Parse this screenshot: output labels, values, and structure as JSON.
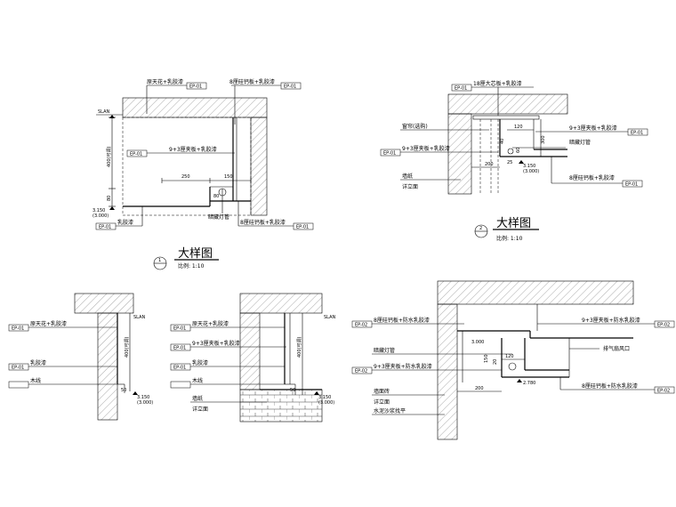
{
  "common": {
    "tags": {
      "ep01": "EP-01",
      "ep02": "EP-02"
    },
    "slan": "SLAN",
    "elev_top": "3.150",
    "elev_bot": "(3.000)"
  },
  "detail1": {
    "labels": {
      "yuan_tianhua": "原天花+乳胶漆",
      "gaigai": "8厘硅钙板+乳胶漆",
      "jiaban": "9+3厘夹板+乳胶漆",
      "rujiaoqi": "乳胶漆",
      "andeng": "暗藏灯管",
      "gaigai2": "8厘硅钙板+乳胶漆"
    },
    "dims": {
      "d400": "400(可调)",
      "d80": "80",
      "d250": "250",
      "d150": "150",
      "d80b": "80"
    },
    "title": "大样图",
    "scale": "比例:    1:10",
    "num": "1"
  },
  "detail2": {
    "labels": {
      "damu": "18厘大芯板+乳胶漆",
      "chuanglian": "窗帘(选购)",
      "jiaban_l": "9+3厘夹板+乳胶漆",
      "qiangzhi": "墙纸",
      "xiliminan": "详立面",
      "jiaban_r": "9+3厘夹板+乳胶漆",
      "andeng": "暗藏灯管",
      "gaigai": "8厘硅钙板+乳胶漆"
    },
    "dims": {
      "d120": "120",
      "d300": "300",
      "d40": "40",
      "d200": "200",
      "d60": "60",
      "d25": "25"
    },
    "title": "大样图",
    "scale": "比例:    1:10",
    "num": "2"
  },
  "detail3": {
    "labels": {
      "yuan_tianhua": "原天花+乳胶漆",
      "rujiaoqi": "乳胶漆",
      "muxian": "木线"
    },
    "dims": {
      "d400": "400(可调)",
      "d50": "50"
    }
  },
  "detail4": {
    "labels": {
      "yuan_tianhua": "原天花+乳胶漆",
      "jiaban": "9+3厘夹板+乳胶漆",
      "rujiaoqi": "乳胶漆",
      "muxian": "木线",
      "qiangzhi": "墙纸",
      "xiliminan": "详立面"
    },
    "dims": {
      "d400": "400(可调)",
      "d50": "50"
    }
  },
  "detail5": {
    "labels": {
      "gaigai_fang": "8厘硅钙板+防水乳胶漆",
      "jiaban_r": "9+3厘夹板+防水乳胶漆",
      "paiqi": "排气扇风口",
      "andeng": "暗藏灯管",
      "jiaban_l": "9+3厘夹板+防水乳胶漆",
      "qiangmianzhuan": "墙面砖",
      "xiliminan": "详立面",
      "shuini": "水泥沙浆找平",
      "gaigai_fang2": "8厘硅钙板+防水乳胶漆"
    },
    "dims": {
      "d3000": "3.000",
      "d150": "150",
      "d20": "20",
      "d120": "120",
      "d200": "200",
      "d2780": "2.780"
    }
  }
}
